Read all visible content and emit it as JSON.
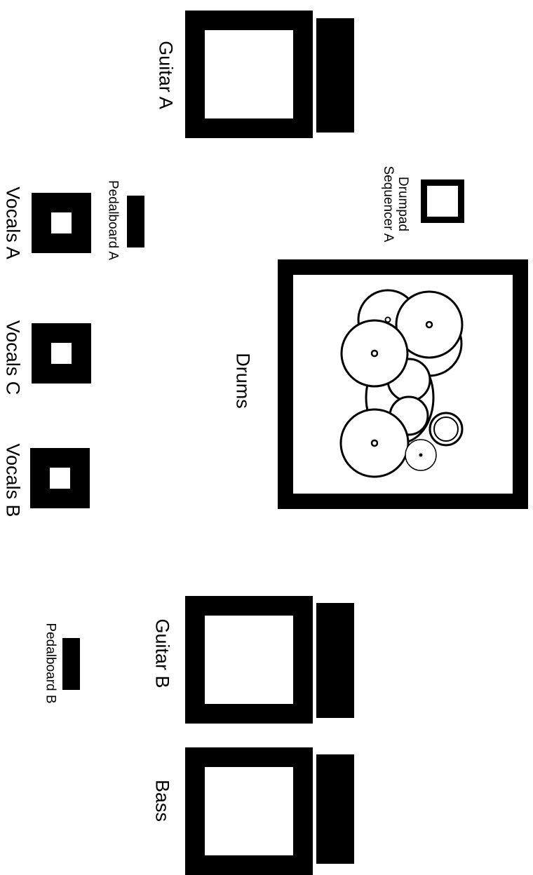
{
  "instruments": {
    "guitar_a": {
      "label": "Guitar A"
    },
    "guitar_b": {
      "label": "Guitar B"
    },
    "bass": {
      "label": "Bass"
    },
    "drums": {
      "label": "Drums"
    },
    "drumpad": {
      "label_line1": "Drumpad",
      "label_line2": "Sequencer A"
    },
    "pedalboard_a": {
      "label": "Pedalboard A"
    },
    "pedalboard_b": {
      "label": "Pedalboard B"
    },
    "vocals_a": {
      "label": "Vocals A"
    },
    "vocals_c": {
      "label": "Vocals C"
    },
    "vocals_b": {
      "label": "Vocals B"
    }
  },
  "colors": {
    "fill": "#000000",
    "background": "#ffffff"
  }
}
